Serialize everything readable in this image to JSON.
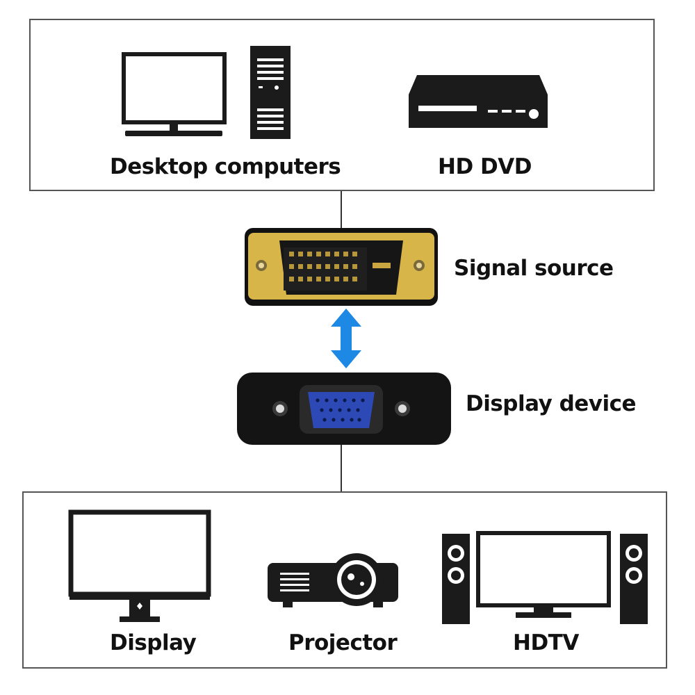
{
  "sources": {
    "desktop_computers_label": "Desktop computers",
    "hd_dvd_label": "HD DVD"
  },
  "connectors": {
    "signal_source_label": "Signal source",
    "display_device_label": "Display device"
  },
  "displays": {
    "display_label": "Display",
    "projector_label": "Projector",
    "hdtv_label": "HDTV"
  },
  "colors": {
    "arrow": "#1e88e5",
    "dvi_gold": "#d8b548",
    "vga_blue": "#2d49b6",
    "icon_dark": "#1b1b1b"
  },
  "icons": [
    "monitor-icon",
    "pc-tower-icon",
    "dvd-player-icon",
    "dvi-connector-icon",
    "vga-connector-icon",
    "display-icon",
    "projector-icon",
    "hdtv-icon",
    "speaker-icon",
    "double-arrow-icon"
  ]
}
